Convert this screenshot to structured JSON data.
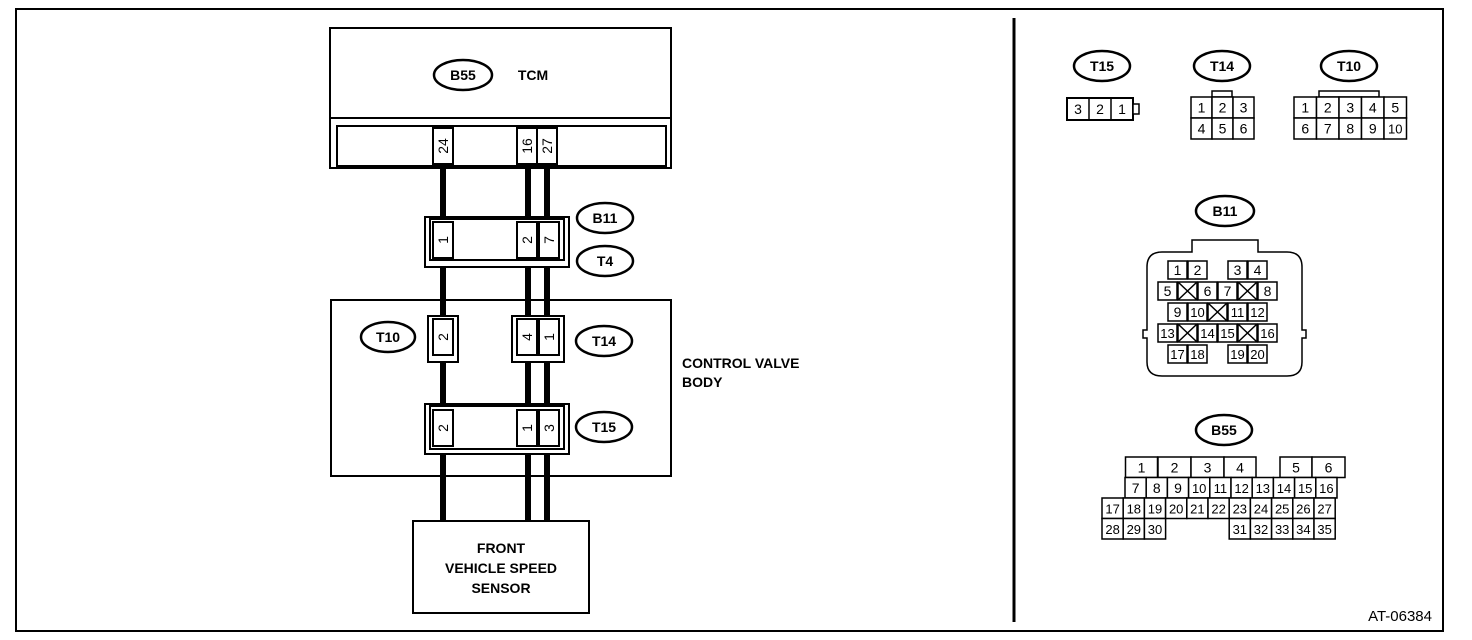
{
  "tcm": {
    "connector": "B55",
    "label": "TCM",
    "pins": [
      "24",
      "16",
      "27"
    ]
  },
  "b11": {
    "connector": "B11",
    "pins": [
      "1",
      "2",
      "7"
    ]
  },
  "t4": {
    "connector": "T4"
  },
  "cvb": {
    "label_line1": "CONTROL VALVE",
    "label_line2": "BODY"
  },
  "t10": {
    "connector": "T10",
    "pins": [
      "2"
    ]
  },
  "t14": {
    "connector": "T14",
    "pins": [
      "4",
      "1"
    ]
  },
  "t15": {
    "connector": "T15",
    "pins": [
      "2",
      "1",
      "3"
    ]
  },
  "sensor": {
    "line1": "FRONT",
    "line2": "VEHICLE SPEED",
    "line3": "SENSOR"
  },
  "faces": {
    "t15": {
      "label": "T15",
      "pins": [
        "3",
        "2",
        "1"
      ]
    },
    "t14": {
      "label": "T14",
      "rows": [
        [
          "1",
          "2",
          "3"
        ],
        [
          "4",
          "5",
          "6"
        ]
      ]
    },
    "t10": {
      "label": "T10",
      "rows": [
        [
          "1",
          "2",
          "3",
          "4",
          "5"
        ],
        [
          "6",
          "7",
          "8",
          "9",
          "10"
        ]
      ]
    },
    "b11": {
      "label": "B11",
      "pins": [
        "1",
        "2",
        "3",
        "4",
        "5",
        "6",
        "7",
        "8",
        "9",
        "10",
        "11",
        "12",
        "13",
        "14",
        "15",
        "16",
        "17",
        "18",
        "19",
        "20"
      ]
    },
    "b55": {
      "label": "B55",
      "pins": [
        "1",
        "2",
        "3",
        "4",
        "5",
        "6",
        "7",
        "8",
        "9",
        "10",
        "11",
        "12",
        "13",
        "14",
        "15",
        "16",
        "17",
        "18",
        "19",
        "20",
        "21",
        "22",
        "23",
        "24",
        "25",
        "26",
        "27",
        "28",
        "29",
        "30",
        "31",
        "32",
        "33",
        "34",
        "35"
      ]
    }
  },
  "figure_id": "AT-06384"
}
